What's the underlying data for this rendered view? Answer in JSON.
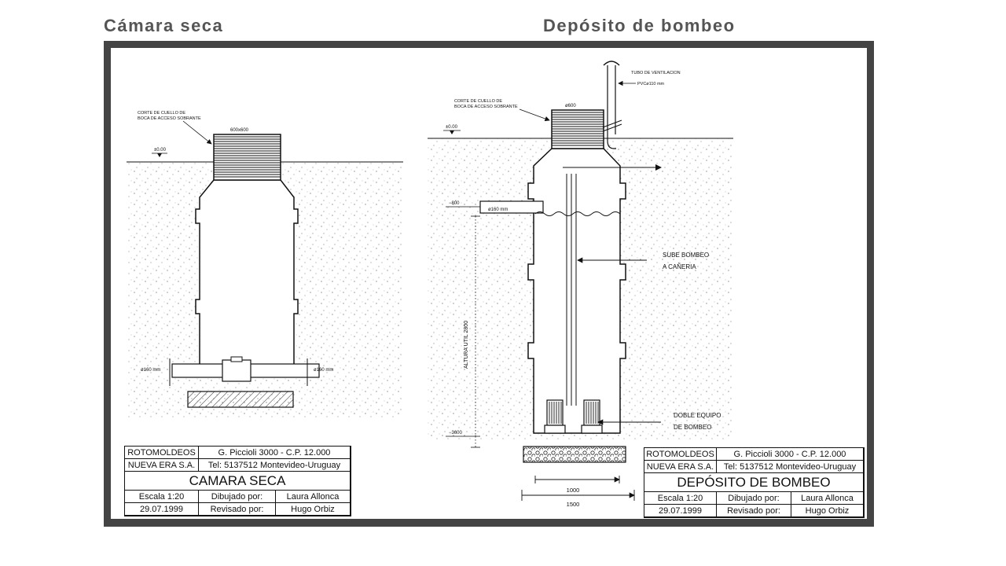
{
  "headings": {
    "left": "Cámara seca",
    "right": "Depósito de bombeo"
  },
  "left_drawing": {
    "neck_note_1": "CORTE DE CUELLO DE",
    "neck_note_2": "BOCA DE ACCESO SOBRANTE",
    "neck_size": "600x600",
    "level_zero": "±0.00",
    "pipe_left": "ø160 mm",
    "pipe_right": "ø160 mm"
  },
  "right_drawing": {
    "vent_note_1": "TUBO DE VENTILACION",
    "vent_note_2": "PVCø110 mm",
    "neck_note_1": "CORTE DE CUELLO DE",
    "neck_note_2": "BOCA DE ACCESO SOBRANTE",
    "neck_size": "ø600",
    "level_zero": "±0.00",
    "level_inlet": "−800",
    "inlet_pipe": "ø160 mm",
    "pump_note_1": "SUBE BOMBEO",
    "pump_note_2": "A CAÑERIA",
    "height_label": "ALTURA UTIL 2800",
    "level_bottom": "−3600",
    "equip_note_1": "DOBLE EQUIPO",
    "equip_note_2": "DE BOMBEO",
    "dim_inner": "1000",
    "dim_outer": "1500"
  },
  "title_block_left": {
    "company_1": "ROTOMOLDEOS",
    "company_2": "NUEVA ERA S.A.",
    "address": "G. Piccioli 3000 - C.P. 12.000",
    "phone": "Tel: 5137512  Montevideo-Uruguay",
    "title": "CAMARA SECA",
    "scale": "Escala  1:20",
    "drawn_by_label": "Dibujado por:",
    "drawn_by": "Laura Allonca",
    "date": "29.07.1999",
    "reviewed_by_label": "Revisado por:",
    "reviewed_by": "Hugo Orbiz"
  },
  "title_block_right": {
    "company_1": "ROTOMOLDEOS",
    "company_2": "NUEVA ERA S.A.",
    "address": "G. Piccioli 3000 - C.P. 12.000",
    "phone": "Tel: 5137512  Montevideo-Uruguay",
    "title": "DEPÓSITO DE BOMBEO",
    "scale": "Escala  1:20",
    "drawn_by_label": "Dibujado por:",
    "drawn_by": "Laura Allonca",
    "date": "29.07.1999",
    "reviewed_by_label": "Revisado por:",
    "reviewed_by": "Hugo Orbiz"
  }
}
